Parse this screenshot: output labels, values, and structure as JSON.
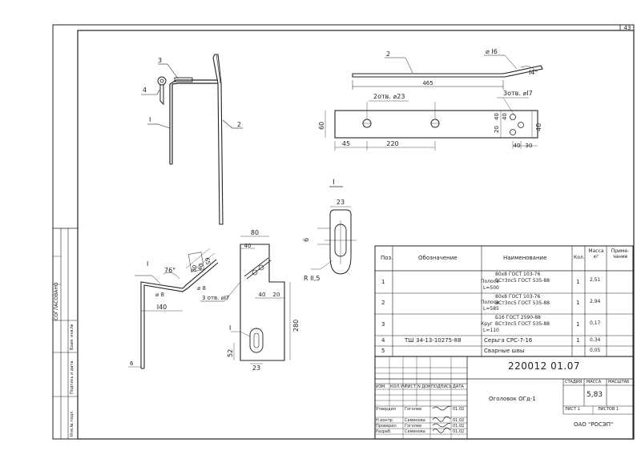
{
  "sheet_number": "43",
  "views": {
    "view_a": {
      "label_3": "3",
      "label_4": "4",
      "label_1": "I",
      "label_2": "2"
    },
    "top_right": {
      "label_2": "2",
      "rod_dia": "⌀ I6",
      "angle": "I4°",
      "length": "465",
      "holes_a": "2отв. ⌀23",
      "holes_b": "3отв. ⌀I7",
      "dim_60": "60",
      "dim_45": "45",
      "dim_220": "220",
      "dim_40a": "40",
      "dim_20": "20",
      "dim_40b": "40",
      "dim_40_r": "40",
      "dim_40c": "40",
      "dim_30": "30"
    },
    "detail_i": {
      "title": "I",
      "dim_23": "23",
      "dim_6": "6",
      "radius": "R II,5"
    },
    "bottom_left": {
      "label_1": "I",
      "angle": "76°",
      "dim_8a": "⌀ 8",
      "dim_8b": "⌀ 8",
      "dim_30": "30",
      "dim_40": "40",
      "dim_65": "65",
      "dim_140": "I40",
      "dim_6": "6",
      "holes": "3 отв. ⌀I7"
    },
    "bottom_mid": {
      "dim_80": "80",
      "dim_40": "40",
      "dim_40b": "40",
      "dim_20": "20",
      "dim_280": "280",
      "dim_52": "52",
      "dim_23": "23",
      "label_1": "I"
    }
  },
  "side_stamp": {
    "title": "СОГЛАСОВАНО",
    "cells": [
      "Взам. инв.№",
      "Подпись и дата",
      "Инв.№ подл."
    ]
  },
  "spec_table": {
    "headers": [
      "Поз.",
      "Обозначение",
      "Наименование",
      "Кол.",
      "Масса кг",
      "Приме- чание"
    ],
    "rows": [
      {
        "pos": "1",
        "designation": "",
        "name_prefix": "Полоса",
        "name_top": "80x8 ГОСТ 103-76",
        "name_bottom": "ВСт3пс5 ГОСТ 535-88",
        "name_extra": "L=500",
        "qty": "1",
        "mass": "2,51",
        "note": ""
      },
      {
        "pos": "2",
        "designation": "",
        "name_prefix": "Полоса",
        "name_top": "80x8 ГОСТ 103-76",
        "name_bottom": "ВСт3пс5 ГОСТ 535-88",
        "name_extra": "L=585",
        "qty": "1",
        "mass": "2,94",
        "note": ""
      },
      {
        "pos": "3",
        "designation": "",
        "name_prefix": "Круг",
        "name_top": "Б16 ГОСТ 2590-88",
        "name_bottom": "ВСт3пс5 ГОСТ 535-88",
        "name_extra": "L=110",
        "qty": "1",
        "mass": "0,17",
        "note": ""
      },
      {
        "pos": "4",
        "designation": "ТШ 34-13-10275-88",
        "name_prefix": "",
        "name_top": "Серьга СРС-7-16",
        "name_bottom": "",
        "name_extra": "",
        "qty": "1",
        "mass": "0,34",
        "note": ""
      },
      {
        "pos": "5",
        "designation": "",
        "name_prefix": "",
        "name_top": "Сварные швы",
        "name_bottom": "",
        "name_extra": "",
        "qty": "",
        "mass": "0,05",
        "note": ""
      }
    ]
  },
  "title_block": {
    "doc_number": "220012   01.07",
    "product_name": "Оголовок ОГд-1",
    "stage_label": "СТАДИЯ",
    "mass_label": "МАССА",
    "scale_label": "МАСШТАБ",
    "mass_value": "5,83",
    "sheet_label": "ЛИСТ 1",
    "sheets_label": "ЛИСТОВ 1",
    "org": "ОАО \"РОСЭП\"",
    "rev_headers": [
      "ИЗМ.",
      "КОЛ.УЧ",
      "ЛИСТ",
      "N ДОК",
      "ПОДПИСЬ",
      "ДАТА"
    ],
    "signers": [
      {
        "role": "Утвердил",
        "name": "Гоголев",
        "date": "01.02"
      },
      {
        "role": "Н.контр.",
        "name": "Семенова",
        "date": "01.02"
      },
      {
        "role": "Проверил",
        "name": "Гоголев",
        "date": "01.02"
      },
      {
        "role": "Разраб.",
        "name": "Семенова",
        "date": "01.02"
      }
    ]
  }
}
